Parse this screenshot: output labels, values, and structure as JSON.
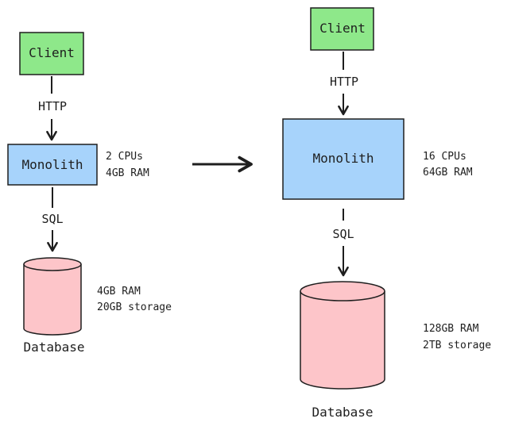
{
  "colors": {
    "client_fill": "#8ee88a",
    "server_fill": "#a7d3fb",
    "db_fill": "#fdc5c9",
    "stroke": "#1e1e1e"
  },
  "before": {
    "client_label": "Client",
    "protocol_client": "HTTP",
    "server_label": "Monolith",
    "server_specs": [
      "2 CPUs",
      "4GB RAM"
    ],
    "protocol_db": "SQL",
    "db_specs": [
      "4GB RAM",
      "20GB storage"
    ],
    "db_label": "Database"
  },
  "after": {
    "client_label": "Client",
    "protocol_client": "HTTP",
    "server_label": "Monolith",
    "server_specs": [
      "16 CPUs",
      "64GB RAM"
    ],
    "protocol_db": "SQL",
    "db_specs": [
      "128GB RAM",
      "2TB storage"
    ],
    "db_label": "Database"
  }
}
